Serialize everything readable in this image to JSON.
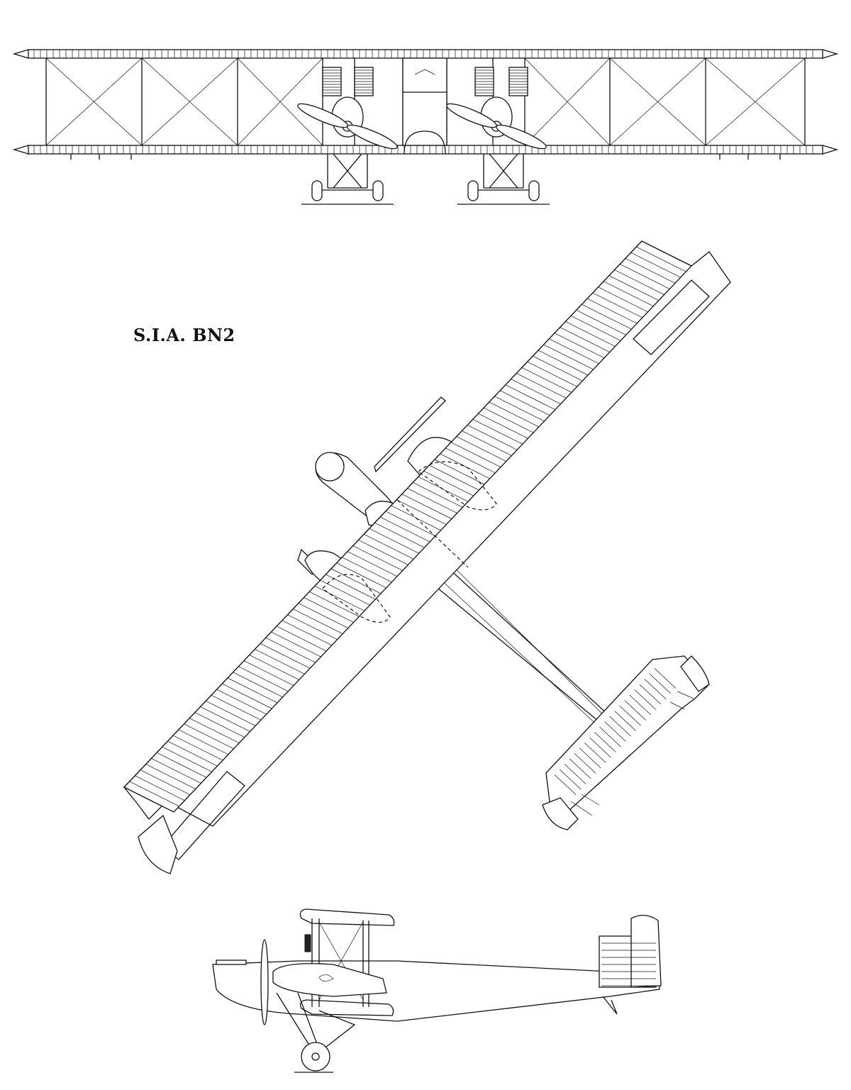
{
  "drawing": {
    "title": "S.I.A. BN2",
    "views": [
      "front-view",
      "plan-view",
      "side-view"
    ]
  }
}
